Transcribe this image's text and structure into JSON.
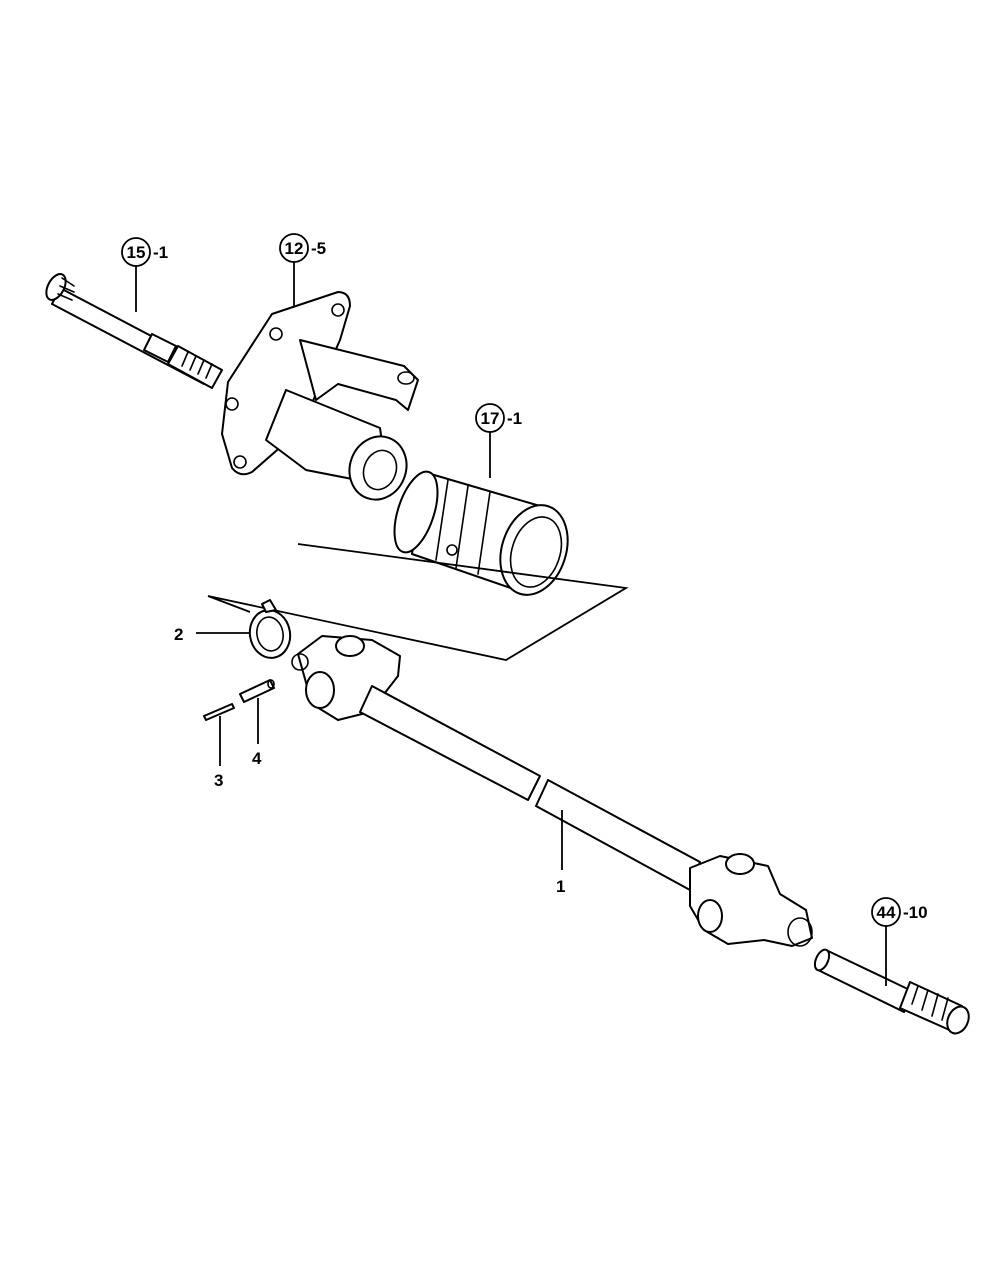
{
  "callouts": {
    "ref_15": {
      "circled": "15",
      "suffix": "-1"
    },
    "ref_12": {
      "circled": "12",
      "suffix": "-5"
    },
    "ref_17": {
      "circled": "17",
      "suffix": "-1"
    },
    "ref_44": {
      "circled": "44",
      "suffix": "-10"
    },
    "part_1": "1",
    "part_2": "2",
    "part_3": "3",
    "part_4": "4"
  }
}
